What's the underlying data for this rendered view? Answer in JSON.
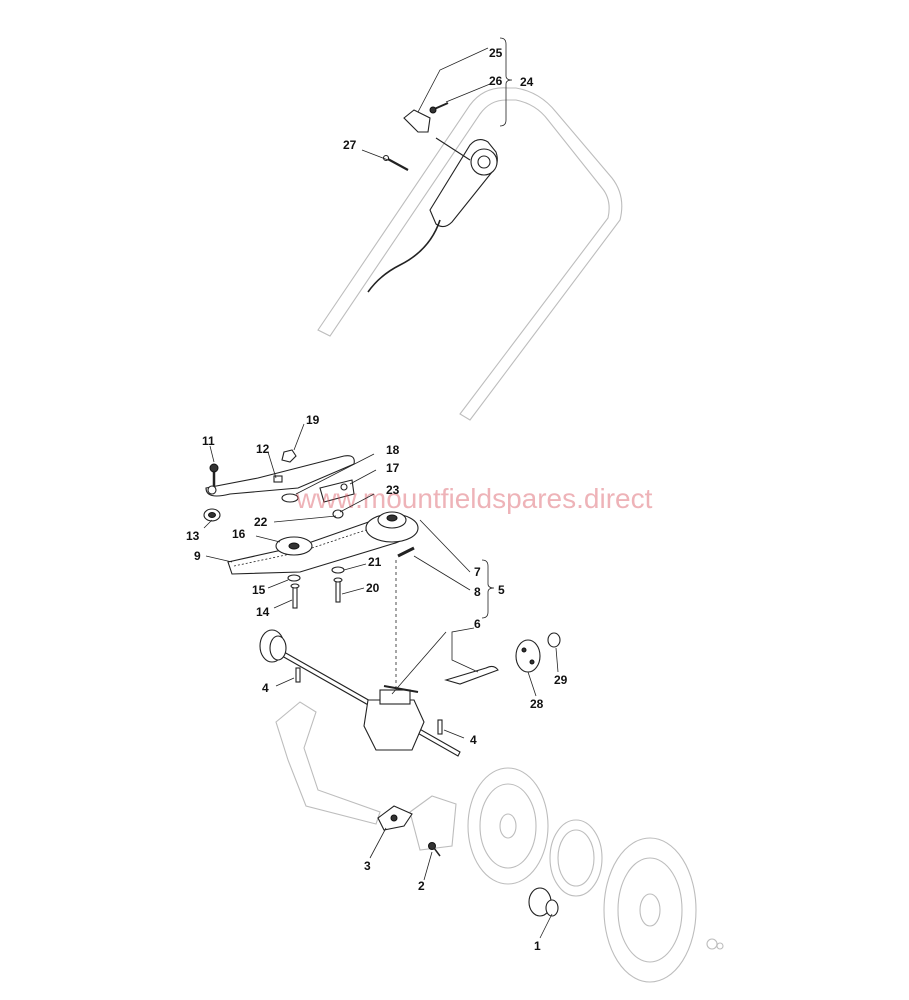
{
  "watermark": "www.mountfieldspares.direct",
  "callouts": {
    "c1": "1",
    "c2": "2",
    "c3": "3",
    "c4a": "4",
    "c4b": "4",
    "c5": "5",
    "c6": "6",
    "c7": "7",
    "c8": "8",
    "c9": "9",
    "c11": "11",
    "c12": "12",
    "c13": "13",
    "c14": "14",
    "c15": "15",
    "c16": "16",
    "c17": "17",
    "c18": "18",
    "c19": "19",
    "c20": "20",
    "c21": "21",
    "c22": "22",
    "c23": "23",
    "c24": "24",
    "c25": "25",
    "c26": "26",
    "c27": "27",
    "c28": "28",
    "c29": "29"
  },
  "colors": {
    "line": "#222222",
    "ghost": "#bdbdbd",
    "watermark": "#d74b55"
  }
}
